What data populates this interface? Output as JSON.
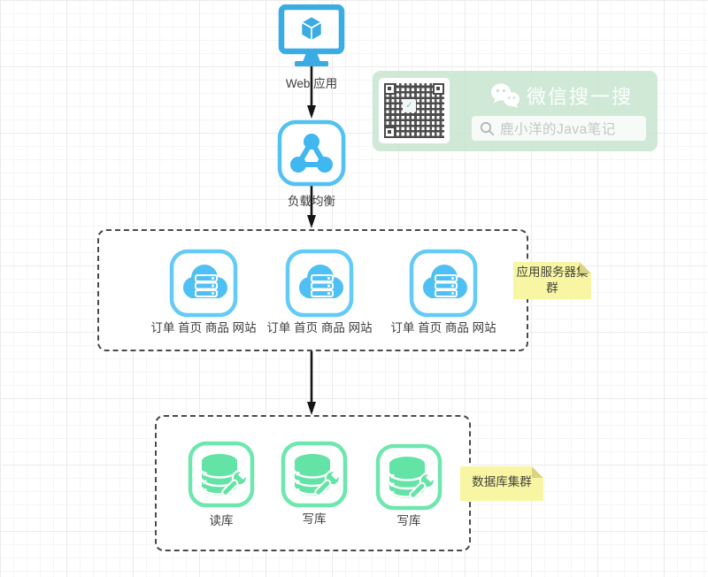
{
  "diagram": {
    "web_app": {
      "label": "Web 应用"
    },
    "load_balancer": {
      "label": "负载均衡"
    },
    "app_cluster": {
      "note_label": "应用服务器集群",
      "servers": [
        {
          "label": "订单 首页 商品 网站"
        },
        {
          "label": "订单 首页 商品 网站"
        },
        {
          "label": "订单 首页 商品 网站"
        }
      ]
    },
    "db_cluster": {
      "note_label": "数据库集群",
      "databases": [
        {
          "label": "读库"
        },
        {
          "label": "写库"
        },
        {
          "label": "写库"
        }
      ]
    }
  },
  "wechat_widget": {
    "brand_label": "微信搜一搜",
    "search_text": "鹿小洋的Java笔记"
  },
  "colors": {
    "monitor_blue": "#3aabe3",
    "icon_blue": "#4fc0f3",
    "icon_blue_outline": "#63cbf5",
    "icon_green": "#64e3a6",
    "icon_green_outline": "#6ee7ae",
    "note_yellow": "#f8f5a3",
    "panel_green": "#c6e4ce",
    "dashed_border": "#4a4a4a",
    "arrow_black": "#141414"
  }
}
